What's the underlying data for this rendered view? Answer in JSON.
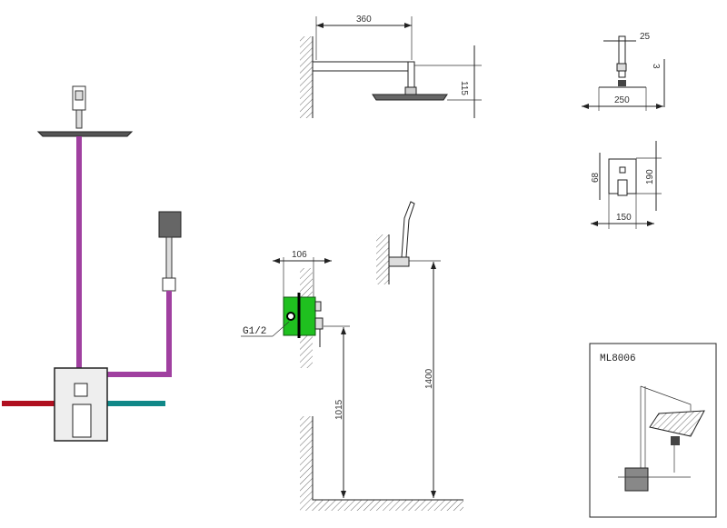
{
  "dimensions": {
    "arm_length": "360",
    "arm_drop": "115",
    "arm_diameter": "25",
    "head_thickness": "3",
    "head_width": "250",
    "valve_offset": "68",
    "plate_height": "190",
    "plate_width": "150",
    "valve_depth": "106",
    "thread": "G1/2",
    "valve_height": "1015",
    "handshower_height": "1400"
  },
  "inset": {
    "model": "ML8006"
  },
  "colors": {
    "hot": "#b01020",
    "cold": "#108888",
    "outlet": "#a040a0",
    "valve_body": "#1fc01f"
  }
}
